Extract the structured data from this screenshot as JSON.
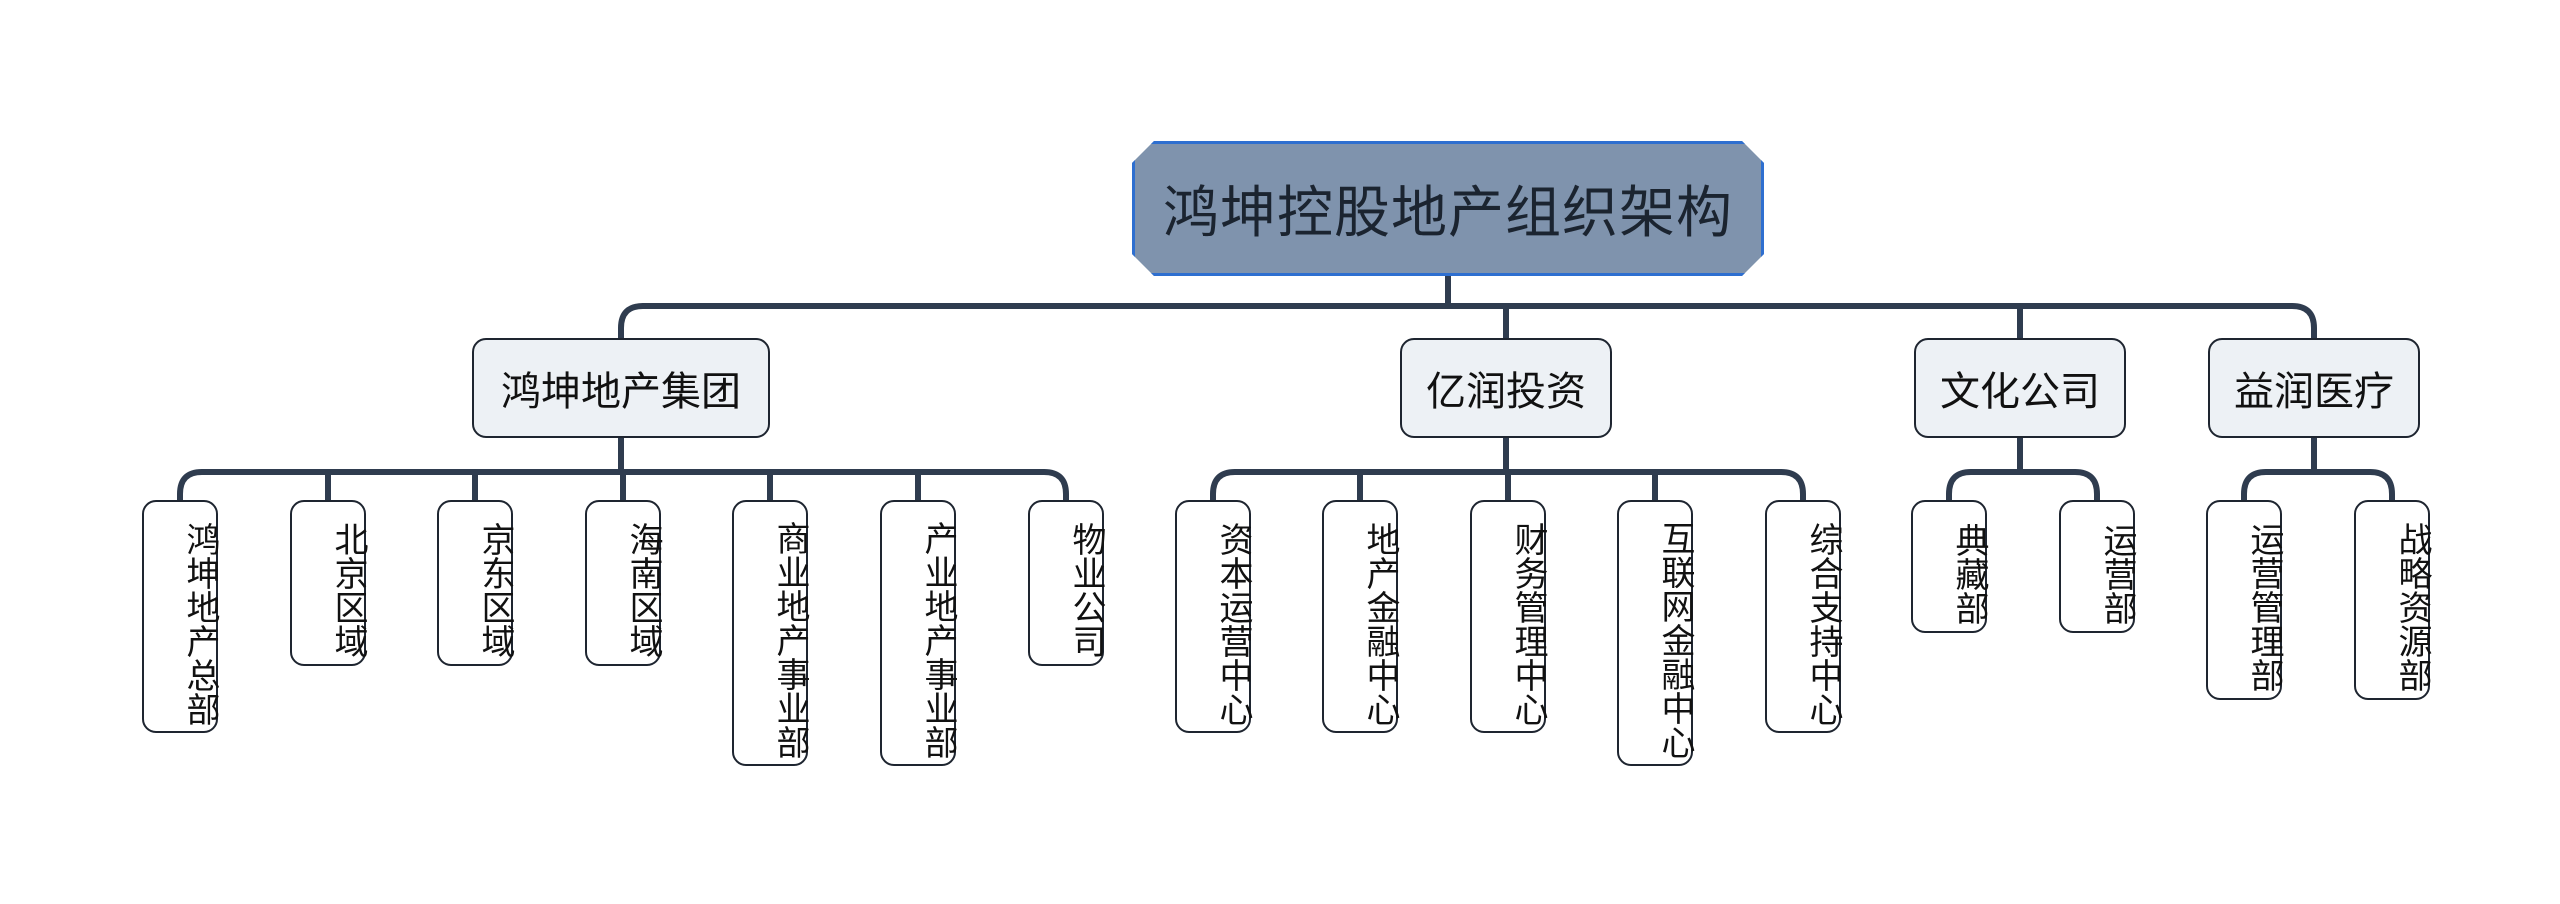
{
  "root": {
    "title": "鸿坤控股地产组织架构"
  },
  "branches": [
    {
      "label": "鸿坤地产集团",
      "children": [
        "鸿坤地产总部",
        "北京区域",
        "京东区域",
        "海南区域",
        "商业地产事业部",
        "产业地产事业部",
        "物业公司"
      ]
    },
    {
      "label": "亿润投资",
      "children": [
        "资本运营中心",
        "地产金融中心",
        "财务管理中心",
        "互联网金融中心",
        "综合支持中心"
      ]
    },
    {
      "label": "文化公司",
      "children": [
        "典藏部",
        "运营部"
      ]
    },
    {
      "label": "益润医疗",
      "children": [
        "运营管理部",
        "战略资源部"
      ]
    }
  ],
  "colors": {
    "root_fill": "#7f93ad",
    "root_border": "#2e6fd0",
    "branch_fill": "#edf1f5",
    "connector": "#2f3c4f"
  }
}
